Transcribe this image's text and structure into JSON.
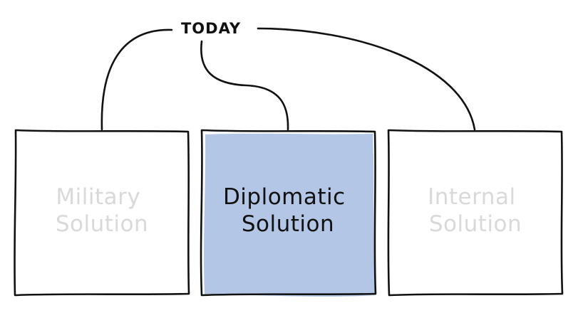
{
  "header": {
    "label": "TODAY"
  },
  "options": [
    {
      "line1": "Military",
      "line2": "Solution",
      "selected": false
    },
    {
      "line1": "Diplomatic",
      "line2": "Solution",
      "selected": true
    },
    {
      "line1": "Internal",
      "line2": "Solution",
      "selected": false
    }
  ],
  "colors": {
    "selected_fill": "#b3c6e6",
    "active_text": "#111111",
    "inactive_text": "#d9d9d9",
    "stroke": "#111111"
  }
}
